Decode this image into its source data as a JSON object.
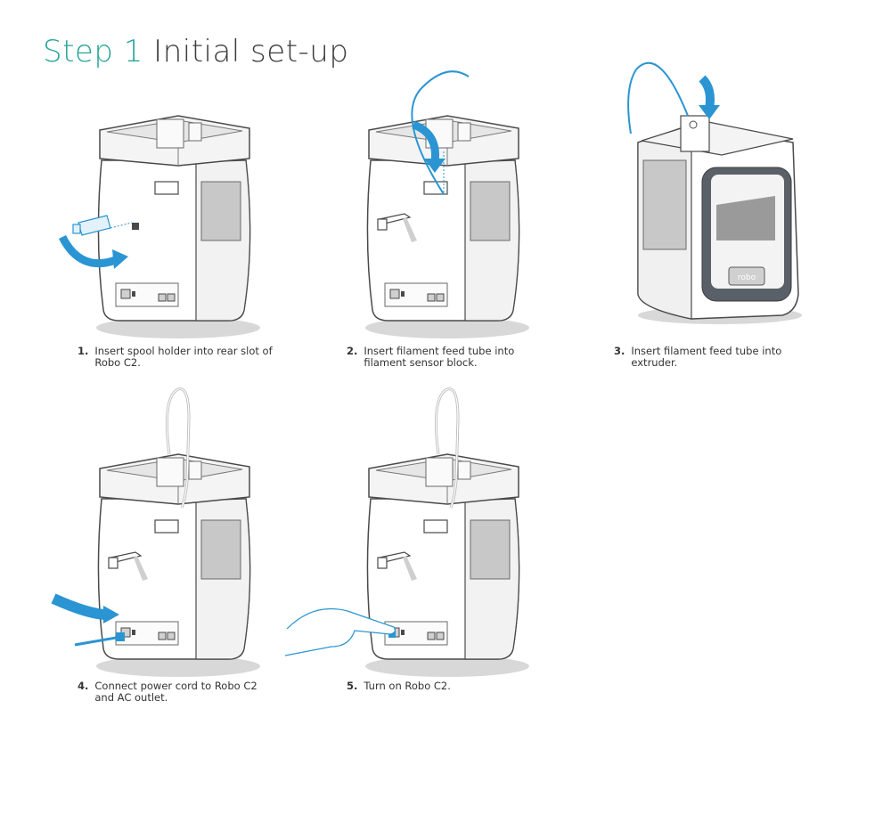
{
  "title": {
    "step": "Step 1",
    "text": "Initial set-up"
  },
  "steps": [
    {
      "num": "1.",
      "text": "Insert spool holder into rear slot of Robo C2."
    },
    {
      "num": "2.",
      "text": "Insert filament feed tube into filament sensor block."
    },
    {
      "num": "3.",
      "text": "Insert filament feed tube into extruder."
    },
    {
      "num": "4.",
      "text": "Connect power cord to Robo C2 and AC outlet."
    },
    {
      "num": "5.",
      "text": "Turn on Robo C2."
    }
  ],
  "printer_logo": "robo",
  "colors": {
    "accent": "#26a69a",
    "arrow": "#2a95d2",
    "outline": "#4a4a4a",
    "window": "#c8c8c8"
  }
}
